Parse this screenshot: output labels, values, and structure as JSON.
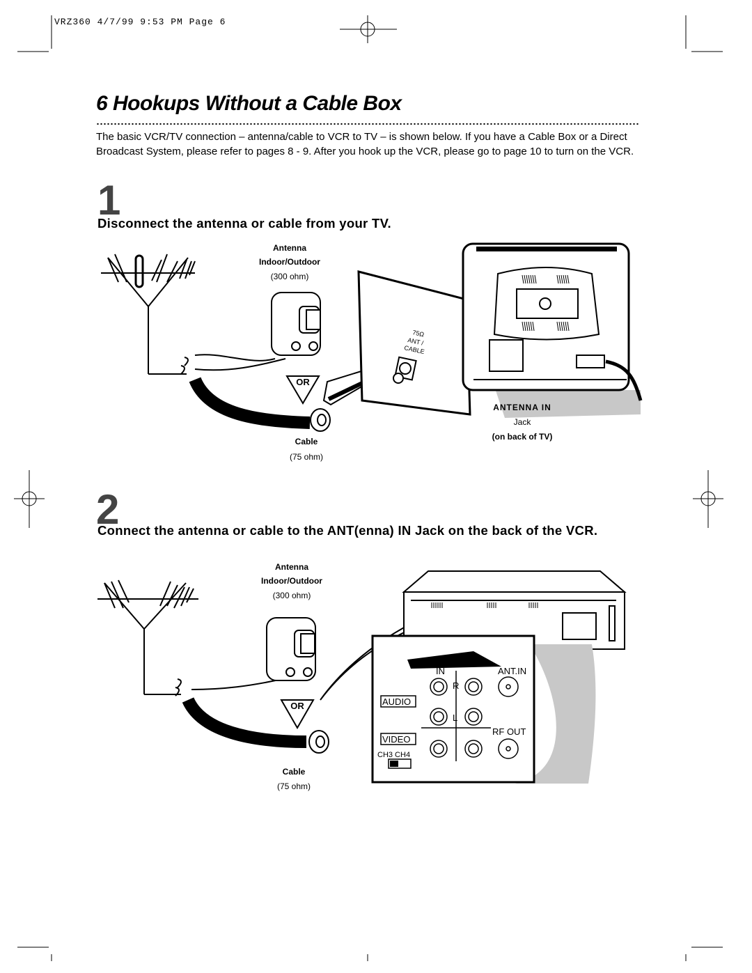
{
  "header": {
    "print_line": "VRZ360  4/7/99 9:53 PM  Page 6"
  },
  "title": "6 Hookups Without a Cable Box",
  "intro": "The basic VCR/TV connection – antenna/cable to VCR to TV – is shown below. If you have a Cable Box or a Direct Broadcast System, please refer to pages 8 - 9. After you hook up the VCR, please go to page 10 to turn on the VCR.",
  "step1": {
    "number": "1",
    "title": "Disconnect the antenna or cable from your TV.",
    "antenna_label": "Antenna",
    "antenna_sub": "Indoor/Outdoor",
    "antenna_ohm": "(300 ohm)",
    "or_label": "OR",
    "cable_label": "Cable",
    "cable_ohm": "(75 ohm)",
    "panel_text": [
      "75Ω",
      "ANT /",
      "CABLE"
    ],
    "jack_label": "ANTENNA IN",
    "jack_sub": "Jack",
    "jack_loc": "(on back of TV)"
  },
  "step2": {
    "number": "2",
    "title": "Connect the antenna or cable to the ANT(enna) IN Jack on the back of the VCR.",
    "antenna_label": "Antenna",
    "antenna_sub": "Indoor/Outdoor",
    "antenna_ohm": "(300 ohm)",
    "or_label": "OR",
    "cable_label": "Cable",
    "cable_ohm": "(75 ohm)",
    "panel": {
      "in_label": "IN",
      "ant_in_label": "ANT.IN",
      "r_label": "R",
      "l_label": "L",
      "audio_label": "AUDIO",
      "video_label": "VIDEO",
      "rf_out_label": "RF OUT",
      "ch_label": "CH3   CH4"
    }
  }
}
